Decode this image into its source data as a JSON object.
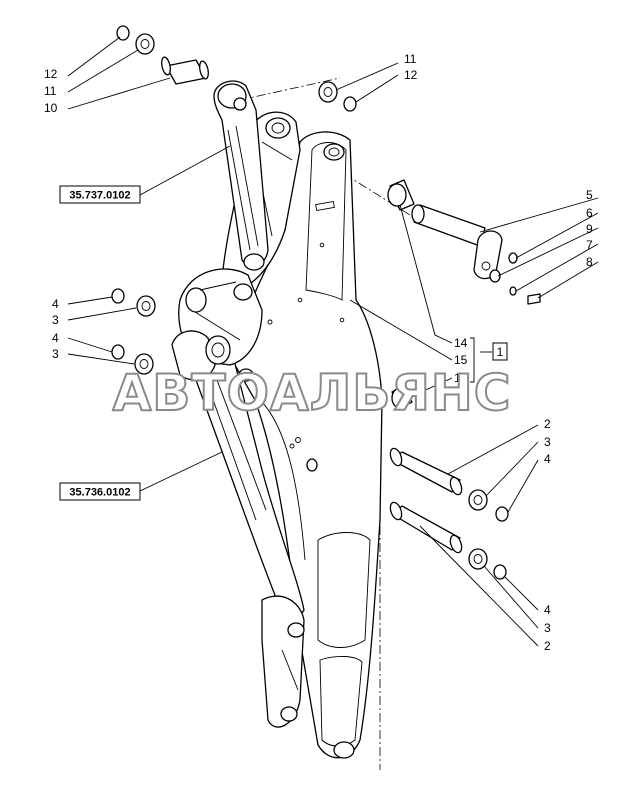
{
  "references": {
    "upper_cylinder": "35.737.0102",
    "lower_cylinder": "35.736.0102",
    "boxed_ref": "1"
  },
  "callouts": {
    "top_left": [
      "12",
      "11",
      "10"
    ],
    "top_right": [
      "11",
      "12"
    ],
    "right_upper": [
      "5",
      "6",
      "9",
      "7",
      "8"
    ],
    "left_middle": [
      "4",
      "3",
      "4",
      "3"
    ],
    "center": [
      "14",
      "15",
      "13"
    ],
    "right_lower_a": [
      "2",
      "3",
      "4"
    ],
    "right_lower_b": [
      "4",
      "3",
      "2"
    ]
  },
  "watermark": "АВТОАЛЬЯНС"
}
